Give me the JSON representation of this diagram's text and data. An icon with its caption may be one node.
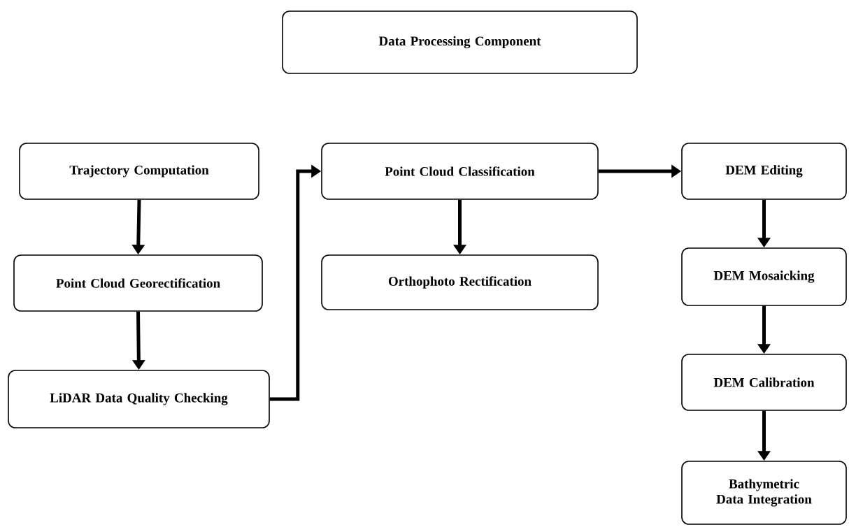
{
  "diagram": {
    "nodes": [
      {
        "text": [
          "Data Processing Component"
        ]
      },
      {
        "text": [
          "Trajectory Computation"
        ]
      },
      {
        "text": [
          "Point Cloud Georectification"
        ]
      },
      {
        "text": [
          "LiDAR Data Quality Checking"
        ]
      },
      {
        "text": [
          "Point Cloud Classification"
        ]
      },
      {
        "text": [
          "Orthophoto Rectification"
        ]
      },
      {
        "text": [
          "DEM Editing"
        ]
      },
      {
        "text": [
          "DEM Mosaicking"
        ]
      },
      {
        "text": [
          "DEM Calibration"
        ]
      },
      {
        "text": [
          "Bathymetric Data Integration"
        ]
      }
    ],
    "edges": [
      {
        "from": 1,
        "to": 2,
        "arrow": "to"
      },
      {
        "from": 2,
        "to": 3,
        "arrow": "to"
      },
      {
        "from": 3,
        "to": 4,
        "arrow": "to"
      },
      {
        "from": 4,
        "to": 5,
        "arrow": "to"
      },
      {
        "from": 4,
        "to": 6,
        "arrow": "to"
      },
      {
        "from": 6,
        "to": 7,
        "arrow": "to"
      },
      {
        "from": 7,
        "to": 8,
        "arrow": "to"
      },
      {
        "from": 8,
        "to": 9,
        "arrow": "to"
      }
    ]
  }
}
